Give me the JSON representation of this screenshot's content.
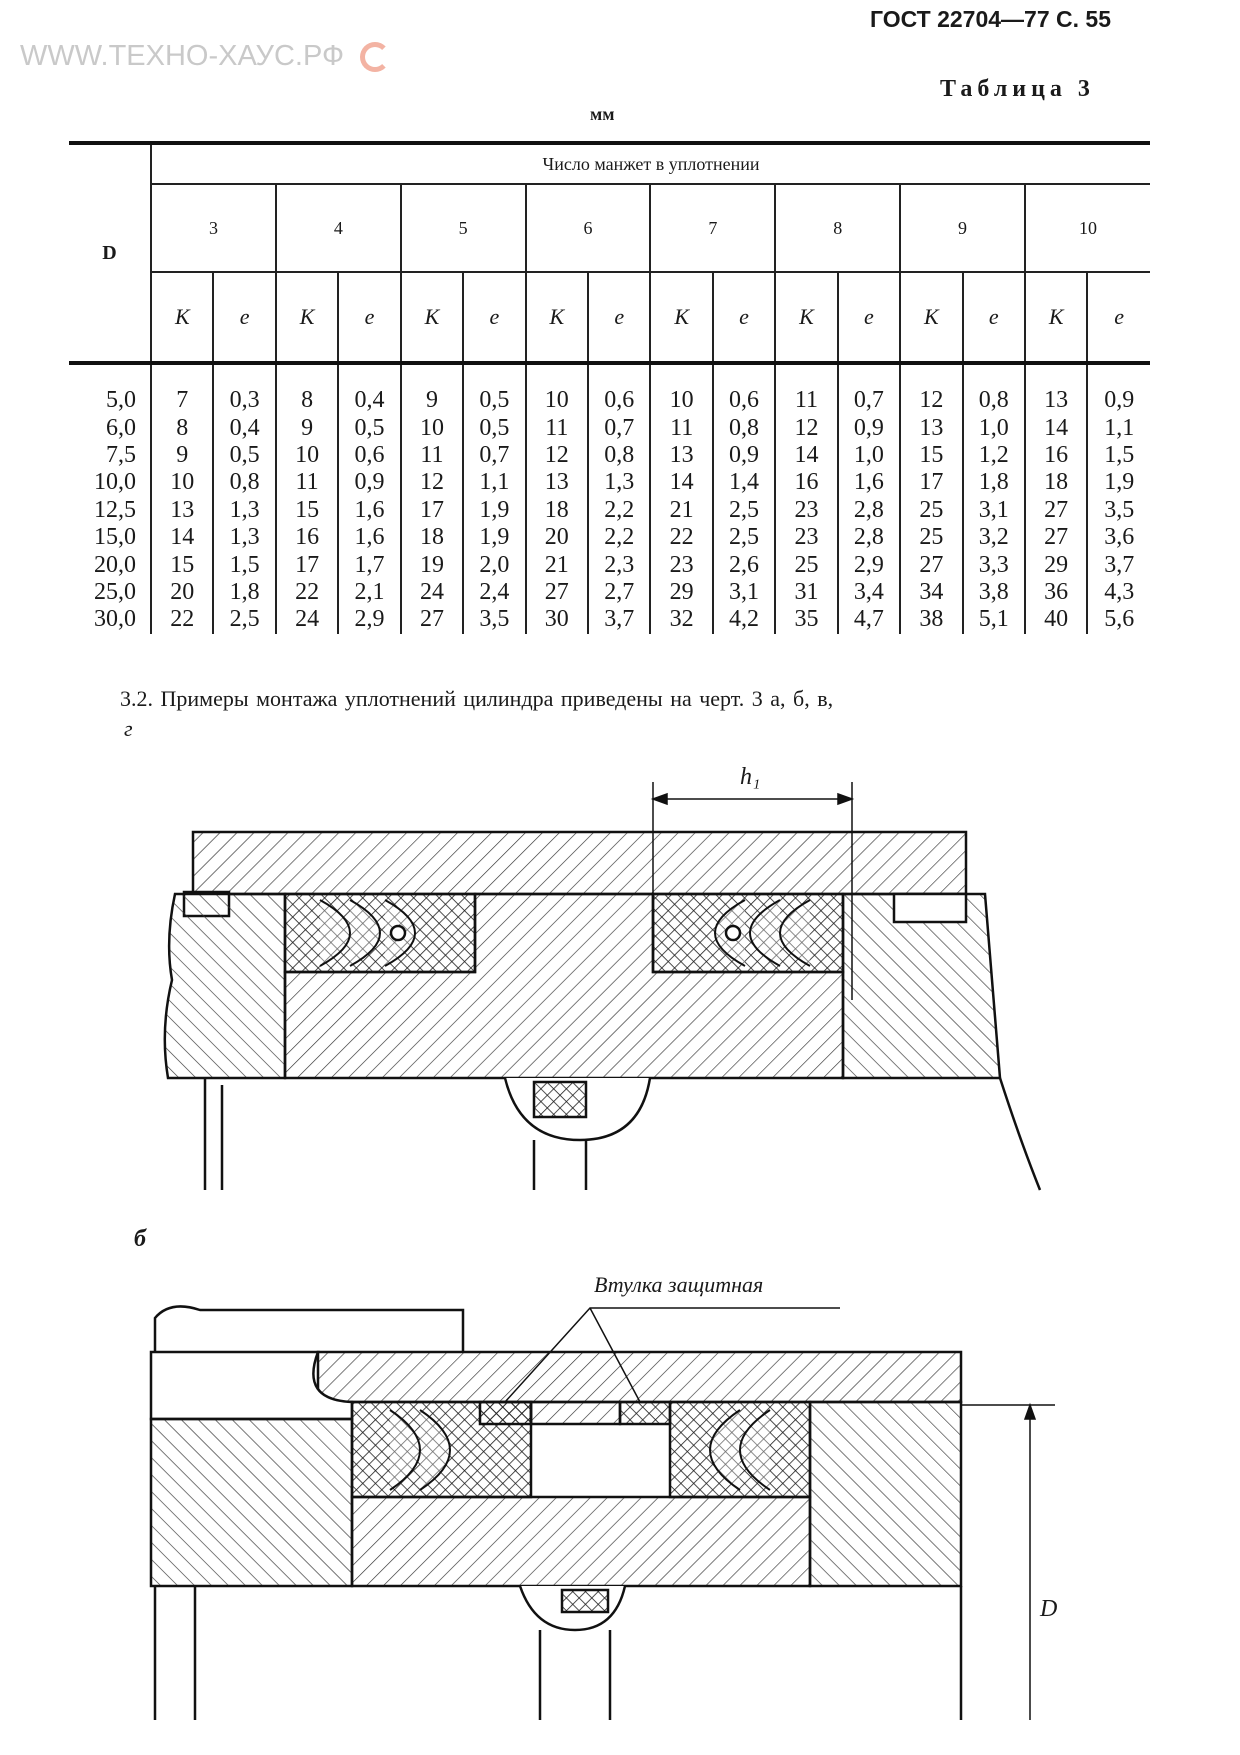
{
  "header": {
    "doc_ref": "ГОСТ 22704—77 С. 55",
    "table_title": "Таблица 3",
    "units": "мм"
  },
  "watermark": {
    "text": "WWW.ТЕХНО-ХАУС.РФ",
    "color": "#c9c9c9",
    "logo_color": "#f3b3a3"
  },
  "table": {
    "row_header": "D",
    "group_header": "Число манжет в уплотнении",
    "groups": [
      "3",
      "4",
      "5",
      "6",
      "7",
      "8",
      "9",
      "10"
    ],
    "sub_labels": [
      "К",
      "е"
    ],
    "rows": [
      {
        "d": "5,0",
        "vals": [
          "7",
          "0,3",
          "8",
          "0,4",
          "9",
          "0,5",
          "10",
          "0,6",
          "10",
          "0,6",
          "11",
          "0,7",
          "12",
          "0,8",
          "13",
          "0,9"
        ]
      },
      {
        "d": "6,0",
        "vals": [
          "8",
          "0,4",
          "9",
          "0,5",
          "10",
          "0,5",
          "11",
          "0,7",
          "11",
          "0,8",
          "12",
          "0,9",
          "13",
          "1,0",
          "14",
          "1,1"
        ]
      },
      {
        "d": "7,5",
        "vals": [
          "9",
          "0,5",
          "10",
          "0,6",
          "11",
          "0,7",
          "12",
          "0,8",
          "13",
          "0,9",
          "14",
          "1,0",
          "15",
          "1,2",
          "16",
          "1,5"
        ]
      },
      {
        "d": "10,0",
        "vals": [
          "10",
          "0,8",
          "11",
          "0,9",
          "12",
          "1,1",
          "13",
          "1,3",
          "14",
          "1,4",
          "16",
          "1,6",
          "17",
          "1,8",
          "18",
          "1,9"
        ]
      },
      {
        "d": "12,5",
        "vals": [
          "13",
          "1,3",
          "15",
          "1,6",
          "17",
          "1,9",
          "18",
          "2,2",
          "21",
          "2,5",
          "23",
          "2,8",
          "25",
          "3,1",
          "27",
          "3,5"
        ]
      },
      {
        "d": "15,0",
        "vals": [
          "14",
          "1,3",
          "16",
          "1,6",
          "18",
          "1,9",
          "20",
          "2,2",
          "22",
          "2,5",
          "23",
          "2,8",
          "25",
          "3,2",
          "27",
          "3,6"
        ]
      },
      {
        "d": "20,0",
        "vals": [
          "15",
          "1,5",
          "17",
          "1,7",
          "19",
          "2,0",
          "21",
          "2,3",
          "23",
          "2,6",
          "25",
          "2,9",
          "27",
          "3,3",
          "29",
          "3,7"
        ]
      },
      {
        "d": "25,0",
        "vals": [
          "20",
          "1,8",
          "22",
          "2,1",
          "24",
          "2,4",
          "27",
          "2,7",
          "29",
          "3,1",
          "31",
          "3,4",
          "34",
          "3,8",
          "36",
          "4,3"
        ]
      },
      {
        "d": "30,0",
        "vals": [
          "22",
          "2,5",
          "24",
          "2,9",
          "27",
          "3,5",
          "30",
          "3,7",
          "32",
          "4,2",
          "35",
          "4,7",
          "38",
          "5,1",
          "40",
          "5,6"
        ]
      }
    ]
  },
  "paragraph": {
    "text": "3.2. Примеры монтажа уплотнений цилиндра приведены на черт. 3 а, б, в,",
    "continuation": "г"
  },
  "drawing_a": {
    "dim_label": "h₁"
  },
  "drawing_b": {
    "label": "б",
    "callout": "Втулка защитная",
    "dim_label": "D"
  }
}
